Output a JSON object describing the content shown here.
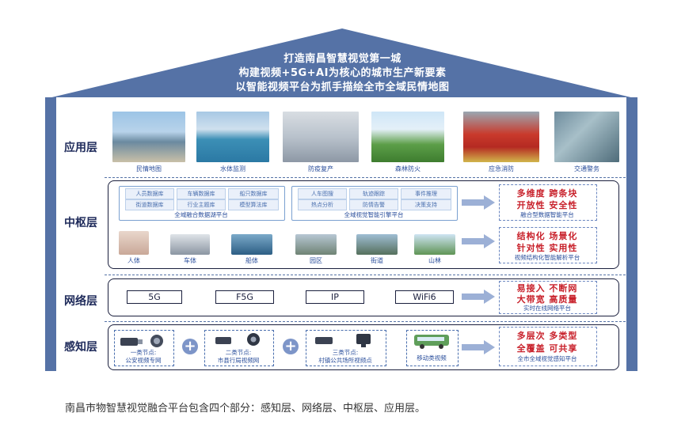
{
  "header": {
    "line1": "打造南昌智慧视觉第一城",
    "line2": "构建视频+5G+AI为核心的城市生产新要素",
    "line3": "以智能视频平台为抓手描绘全市全域民情地图"
  },
  "layers": {
    "application": "应用层",
    "hub": "中枢层",
    "network": "网络层",
    "sensing": "感知层"
  },
  "application": {
    "items": [
      "民情地图",
      "水体监测",
      "防疫复产",
      "森林防火",
      "应急消防",
      "交通警务"
    ]
  },
  "hub": {
    "data_platform": {
      "chips": [
        "人员数据库",
        "车辆数据库",
        "船只数据库",
        "街道数据库",
        "行业主题库",
        "模型算法库"
      ],
      "label": "全域融合数据湖平台"
    },
    "engine_platform": {
      "chips": [
        "人车图搜",
        "轨迹跟踪",
        "事件推理",
        "热点分析",
        "防情告警",
        "决策支持"
      ],
      "label": "全域视觉智能引擎平台"
    },
    "decision_result": {
      "lines": [
        "多维度 跨条块",
        "开放性 安全性"
      ],
      "label": "融合型数据智能平台"
    },
    "thumbs": [
      "人体",
      "车体",
      "船体",
      "园区",
      "街道",
      "山林"
    ],
    "parse_result": {
      "lines": [
        "结构化 场景化",
        "针对性 实用性"
      ],
      "label": "视频结构化智能解析平台"
    }
  },
  "network": {
    "items": [
      "5G",
      "F5G",
      "IP",
      "WiFi6"
    ],
    "result": {
      "lines": [
        "易接入 不断网",
        "大带宽 高质量"
      ],
      "label": "实时在线网络平台"
    }
  },
  "sensing": {
    "nodes": [
      {
        "title": "一类节点:",
        "sub": "公安视频专网"
      },
      {
        "title": "二类节点:",
        "sub": "市县行局视频网"
      },
      {
        "title": "三类节点:",
        "sub": "村镇公共场所视频点"
      },
      {
        "title": "",
        "sub": "移动类视频"
      }
    ],
    "plus": "+",
    "result": {
      "lines": [
        "多层次 多类型",
        "全覆盖 可共享"
      ],
      "label": "全市全域视觉感知平台"
    }
  },
  "caption": "南昌市物智慧视觉融合平台包含四个部分：感知层、网络层、中枢层、应用层。",
  "colors": {
    "roof": "#5572a6",
    "accent_red": "#c8202a",
    "label_blue": "#2b4f9c"
  }
}
